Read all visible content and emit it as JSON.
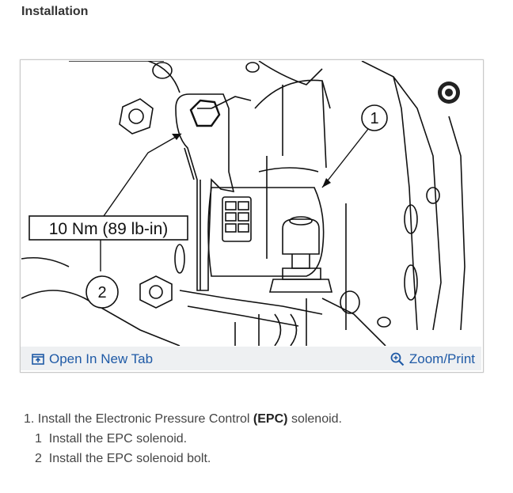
{
  "heading": "Installation",
  "figure": {
    "callout_torque": "10 Nm (89 lb-in)",
    "callout_1": "1",
    "callout_2": "2",
    "open_tab_label": "Open In New Tab",
    "zoom_label": "Zoom/Print",
    "link_color": "#1f5aa6"
  },
  "steps": {
    "main_num": "1.",
    "main_pre": "Install the Electronic Pressure Control",
    "main_bold": "(EPC)",
    "main_post": "solenoid.",
    "sub": [
      {
        "num": "1",
        "text": "Install the EPC solenoid."
      },
      {
        "num": "2",
        "text": "Install the EPC solenoid bolt."
      }
    ]
  }
}
